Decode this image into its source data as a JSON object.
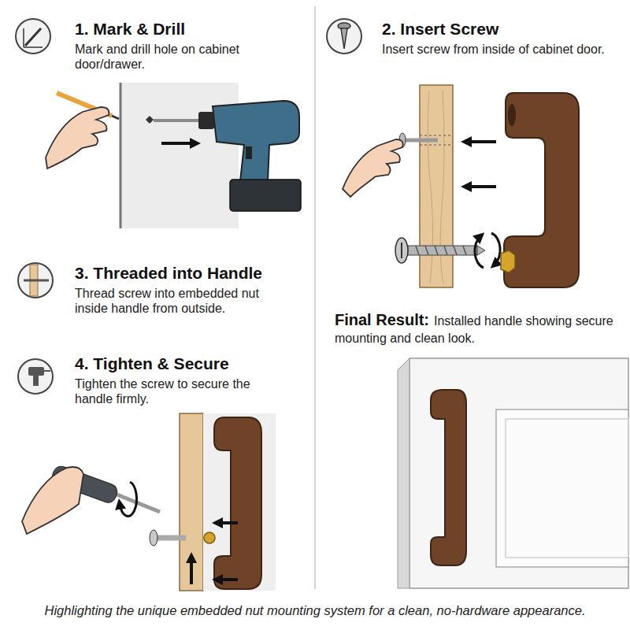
{
  "diagram": {
    "caption": "Highlighting the unique embedded nut mounting system for a clean, no-hardware appearance.",
    "nodes": [
      {
        "text": [
          "1. Mark & Drill",
          "Mark and drill hole on cabinet door/drawer."
        ]
      },
      {
        "text": [
          "2. Insert Screw",
          "Insert screw from inside of cabinet door."
        ]
      },
      {
        "text": [
          "3. Threaded into Handle",
          "Thread screw into embedded nut inside handle from outside."
        ]
      },
      {
        "text": [
          "4. Tighten & Secure",
          "Tighten the screw to secure the handle firmly."
        ]
      },
      {
        "text": [
          "Final Result:",
          "Installed handle showing secure mounting and clean look."
        ]
      }
    ]
  }
}
